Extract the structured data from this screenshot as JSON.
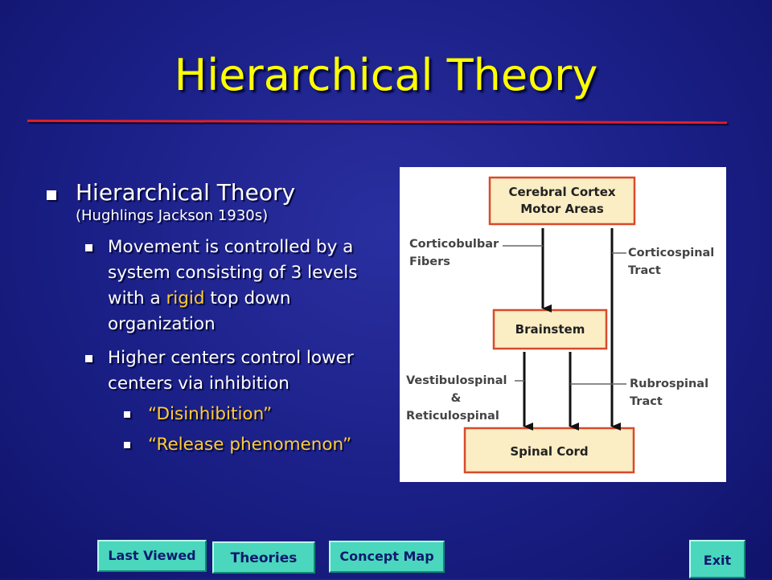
{
  "slide": {
    "title": "Hierarchical Theory"
  },
  "bullets": {
    "level1": {
      "main": "Hierarchical Theory",
      "sub": "(Hughlings Jackson 1930s)"
    },
    "point1": {
      "before": "Movement is controlled by a system consisting of 3 levels with a ",
      "highlight": "rigid",
      "after": " top down organization"
    },
    "point2": "Higher centers control lower centers via inhibition",
    "subpoints": [
      "“Disinhibition”",
      "“Release phenomenon”"
    ]
  },
  "diagram": {
    "boxes": {
      "cortex_line1": "Cerebral Cortex",
      "cortex_line2": "Motor Areas",
      "brainstem": "Brainstem",
      "spinal": "Spinal Cord"
    },
    "labels": {
      "corticobulbar_1": "Corticobulbar",
      "corticobulbar_2": "Fibers",
      "corticospinal_1": "Corticospinal",
      "corticospinal_2": "Tract",
      "vestibulo_1": "Vestibulospinal",
      "vestibulo_2": "&",
      "vestibulo_3": "Reticulospinal",
      "rubro_1": "Rubrospinal",
      "rubro_2": "Tract"
    },
    "colors": {
      "box_fill": "#fbedc4",
      "box_border": "#d84a2a"
    }
  },
  "nav": {
    "last_viewed": "Last Viewed",
    "theories": "Theories",
    "concept_map": "Concept Map",
    "exit": "Exit"
  }
}
